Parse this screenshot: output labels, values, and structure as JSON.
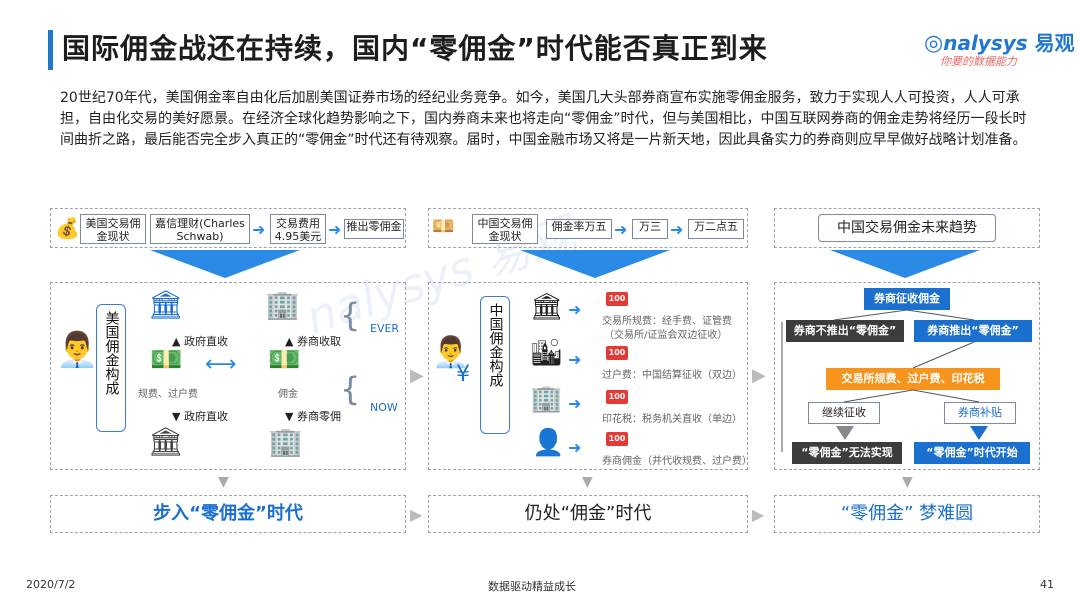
{
  "title": "国际佣金战还在持续，国内“零佣金”时代能否真正到来",
  "logo": {
    "brand": "nalysys",
    "brand_cn": "易观",
    "slogan": "你要的数据能力"
  },
  "intro": "20世纪70年代，美国佣金率自由化后加剧美国证券市场的经纪业务竞争。如今，美国几大头部券商宣布实施零佣金服务，致力于实现人人可投资，人人可承担，自由化交易的美好愿景。在经济全球化趋势影响之下，国内券商未来也将走向“零佣金”时代，但与美国相比，中国互联网券商的佣金走势将经历一段长时间曲折之路，最后能否完全步入真正的“零佣金”时代还有待观察。届时，中国金融市场又将是一片新天地，因此具备实力的券商则应早早做好战略计划准备。",
  "us": {
    "header": "美国交易佣金现状",
    "steps": [
      "嘉信理财(Charles Schwab)",
      "交易费用4.95美元",
      "推出零佣金"
    ],
    "vertical": "美国佣金构成",
    "gov_label": "政府直收",
    "gov_label2": "政府直收",
    "broker_label": "券商收取",
    "broker_label2": "券商零佣",
    "fee_label": "规费、过户费",
    "commission_label": "佣金",
    "ever": "EVER",
    "now": "NOW",
    "bottom": "步入“零佣金”时代"
  },
  "cn": {
    "header": "中国交易佣金现状",
    "steps": [
      "佣金率万五",
      "万三",
      "万二点五"
    ],
    "vertical": "中国佣金构成",
    "items": [
      {
        "name": "交易所规费：经手费、证管费",
        "note": "（交易所/证监会双边征收）"
      },
      {
        "name": "过户费：中国结算征收（双边）",
        "note": ""
      },
      {
        "name": "印花税：税务机关直收（单边）",
        "note": ""
      },
      {
        "name": "券商佣金（并代收规费、过户费）",
        "note": ""
      }
    ],
    "money_label": "100",
    "bottom": "仍处“佣金”时代"
  },
  "future": {
    "header": "中国交易佣金未来趋势",
    "collect": "券商征收佣金",
    "no_zero": "券商不推出“零佣金”",
    "zero": "券商推出“零佣金”",
    "fees": "交易所规费、过户费、印花税",
    "continue": "继续征收",
    "subsidy": "券商补贴",
    "fail": "“零佣金”无法实现",
    "start": "“零佣金”时代开始",
    "bottom": "“零佣金” 梦难圆"
  },
  "footer": {
    "date": "2020/7/2",
    "slogan": "数据驱动精益成长",
    "page": "41"
  },
  "colors": {
    "accent": "#1f77d0",
    "orange": "#f7941d",
    "dark": "#3c3c3c",
    "red": "#e53935"
  }
}
